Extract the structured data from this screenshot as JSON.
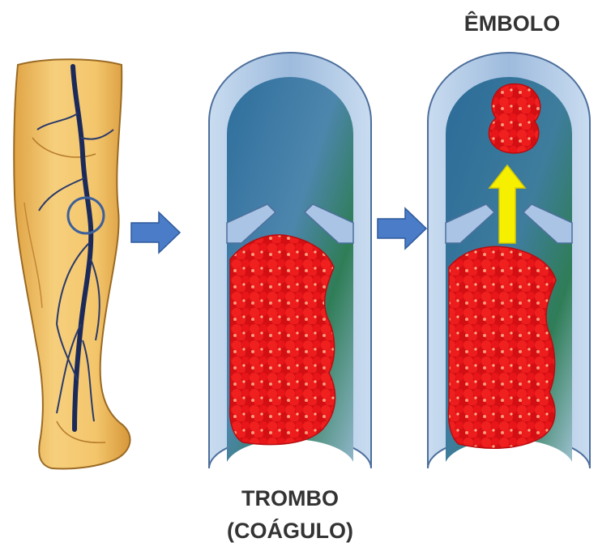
{
  "labels": {
    "embolus": "ÊMBOLO",
    "thrombus_line1": "TROMBO",
    "thrombus_line2": "(COÁGULO)"
  },
  "colors": {
    "skin": "#f2c36a",
    "skin_shadow": "#d99a3a",
    "vein": "#1c2a5a",
    "vessel_wall": "#a9c4e4",
    "vessel_outline": "#4d6f9c",
    "lumen_blue": "#2f6f9e",
    "lumen_green": "#2f7d57",
    "clot_red": "#e8141a",
    "arrow_blue": "#4a7cc7",
    "arrow_yellow": "#f6f000",
    "label_text": "#333333"
  }
}
